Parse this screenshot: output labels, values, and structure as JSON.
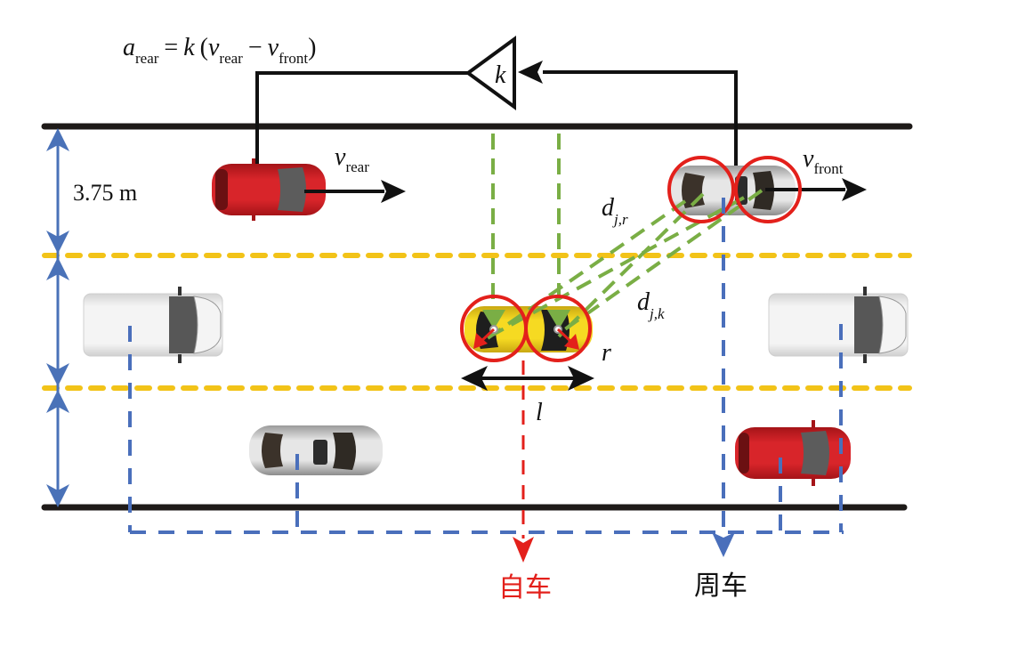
{
  "diagram": {
    "title": "Multi-lane vehicle interaction diagram (ego vehicle and surrounding vehicles)",
    "formula": {
      "lhs_var": "a",
      "lhs_sub": "rear",
      "eq": "=",
      "k": "k",
      "open": "(",
      "v1": "v",
      "v1_sub": "rear",
      "minus": "−",
      "v2": "v",
      "v2_sub": "front",
      "close": ")"
    },
    "gain_block_label": "k",
    "lane_width_label": "3.75 m",
    "velocity_labels": {
      "rear_var": "v",
      "rear_sub": "rear",
      "front_var": "v",
      "front_sub": "front"
    },
    "distance_labels": {
      "djr_var": "d",
      "djr_sub": "j,r",
      "djk_var": "d",
      "djk_sub": "j,k"
    },
    "ego_labels": {
      "radius": "r",
      "length": "l"
    },
    "legend": {
      "ego": "自车",
      "surrounding": "周车"
    },
    "colors": {
      "road_edge": "#1e1a18",
      "lane_divider": "#f2c318",
      "dimension_arrow": "#4a72b8",
      "surrounding_path": "#4a6fbb",
      "ego_path": "#e3201b",
      "ego_circles": "#e3201b",
      "distance_lines": "#7aae45",
      "ego_car": "#f3d21c",
      "red_car": "#d8252a",
      "silver_car": "#c8c8c8",
      "white_van": "#eeeeee"
    },
    "vehicles": [
      {
        "id": "rear-car",
        "type": "hatchback",
        "color": "red",
        "lane": 1
      },
      {
        "id": "front-car",
        "type": "sedan",
        "color": "silver",
        "lane": 1
      },
      {
        "id": "van-left",
        "type": "van",
        "color": "white",
        "lane": 2
      },
      {
        "id": "ego-car",
        "type": "sports",
        "color": "yellow",
        "lane": 2
      },
      {
        "id": "van-right",
        "type": "van",
        "color": "white",
        "lane": 2
      },
      {
        "id": "sedan-bottom",
        "type": "sedan",
        "color": "silver",
        "lane": 3
      },
      {
        "id": "red-car-bottom",
        "type": "hatchback",
        "color": "red",
        "lane": 3
      }
    ]
  }
}
